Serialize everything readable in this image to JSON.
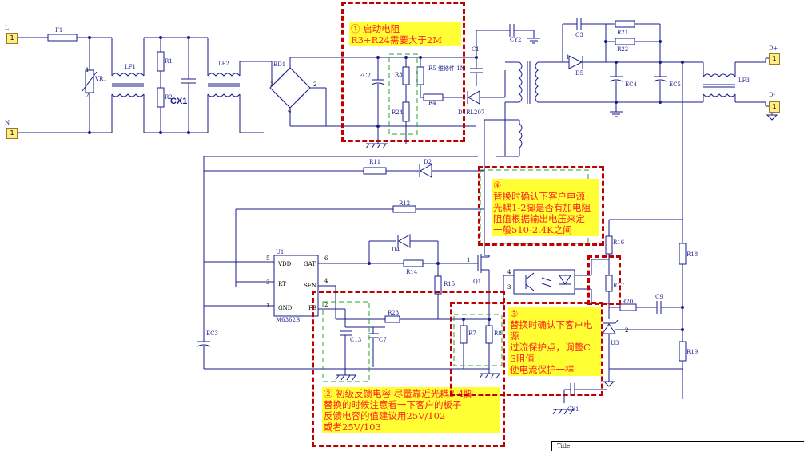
{
  "ports": {
    "L": {
      "label": "L",
      "pin": "1"
    },
    "N": {
      "label": "N",
      "pin": "1"
    },
    "Dplus": {
      "label": "D+",
      "pin": "1"
    },
    "Dminus": {
      "label": "D-",
      "pin": "1"
    }
  },
  "components": {
    "F1": "F1",
    "VR1": "VR1",
    "LF1": "LF1",
    "R1": "R1",
    "R2": "R2",
    "CX1": "CX1",
    "LF2": "LF2",
    "BD1": "BD1",
    "EC2": "EC2",
    "R3": "R3",
    "R24": "R24",
    "R5": "R5 维修件 1N",
    "R4": "R4",
    "C1": "C1",
    "D1": "D1RL207",
    "CY2": "CY2",
    "C3": "C3",
    "R21": "R21",
    "R22": "R22",
    "D5": "D5",
    "EC4": "EC4",
    "EC5": "EC5",
    "LF3": "LF3",
    "R11": "R11",
    "D2": "D2",
    "R12": "R12",
    "U1": "U1",
    "U1_part": "M6362B",
    "D4": "D4",
    "R14": "R14",
    "R15": "R15",
    "Q1": "Q1",
    "R23": "R23",
    "C13": "C13",
    "C7": "C7",
    "EC3": "EC3",
    "R7": "R7",
    "R8": "R8",
    "R16": "R16",
    "R17": "R17",
    "R18": "R18",
    "R20": "R20",
    "C9": "C9",
    "U3": "U3",
    "R19": "R19",
    "CY1": "CY1"
  },
  "ic_pins": {
    "vdd": "VDD",
    "gat": "GAT",
    "rt": "RT",
    "sen": "SEN",
    "gnd": "GND",
    "fb": "FB",
    "n5": "5",
    "n6": "6",
    "n3": "3",
    "n4": "4",
    "n1": "1",
    "n2": "2"
  },
  "pin_numbers": {
    "p1": "1",
    "p2": "2",
    "p3": "3",
    "p4": "4"
  },
  "notes": {
    "n1": "① 启动电阻\nR3+R24需要大于2M",
    "n2": "② 初级反馈电容 尽量靠近光耦3-4脚\n替换的时候注意看一下客户的板子\n反馈电容的值建议用25V/102\n或者25V/103",
    "n3": "③\n替换时确认下客户电\n源\n过流保护点，调整C\nS阻值\n使电流保护一样",
    "n4": "④\n替换时确认下客户电源\n光耦1-2脚是否有加电阻\n阻值根据输出电压来定\n一般510-2.4K之间"
  },
  "title_block": {
    "label": "Title"
  }
}
